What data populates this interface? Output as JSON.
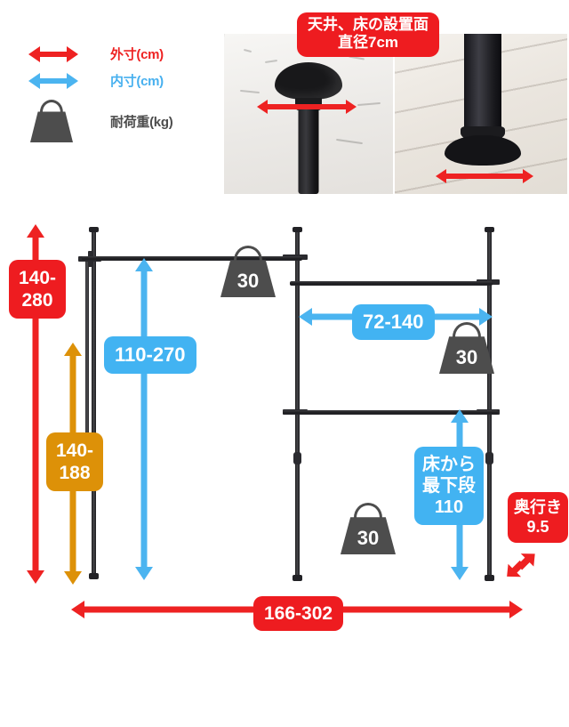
{
  "legend": {
    "items": [
      {
        "icon": "double-arrow-red-icon",
        "label": "外寸(cm)",
        "color": "#ee2222"
      },
      {
        "icon": "double-arrow-blue-icon",
        "label": "内寸(cm)",
        "color": "#47b0ef"
      },
      {
        "icon": "weight-icon",
        "label": "耐荷重(kg)",
        "color": "#4d4d4d"
      }
    ]
  },
  "photo_caption": {
    "line1": "天井、床の設置面",
    "line2": "直径7cm"
  },
  "photos": [
    {
      "name": "ceiling-mount-photo",
      "alt": "天井設置面"
    },
    {
      "name": "floor-base-photo",
      "alt": "床設置面"
    }
  ],
  "dimensions": {
    "total_height": {
      "value": "140-\n280",
      "line1": "140-",
      "line2": "280",
      "color": "#ee1c20",
      "type": "outer"
    },
    "lower_height": {
      "value": "140-\n188",
      "line1": "140-",
      "line2": "188",
      "color": "#dd9108",
      "type": "outer"
    },
    "inner_height": {
      "value": "110-270",
      "color": "#42b3f2",
      "type": "inner"
    },
    "inner_width": {
      "value": "72-140",
      "color": "#42b3f2",
      "type": "inner"
    },
    "bottom_tier_height": {
      "line1": "床から",
      "line2": "最下段",
      "line3": "110",
      "color": "#42b3f2",
      "type": "inner"
    },
    "total_width": {
      "value": "166-302",
      "color": "#ee1c20",
      "type": "outer"
    },
    "depth": {
      "line1": "奥行き",
      "line2": "9.5",
      "color": "#ee1c20",
      "type": "outer"
    }
  },
  "load_capacity": [
    {
      "id": "load-top-left",
      "value": "30"
    },
    {
      "id": "load-top-right",
      "value": "30"
    },
    {
      "id": "load-bottom",
      "value": "30"
    }
  ]
}
